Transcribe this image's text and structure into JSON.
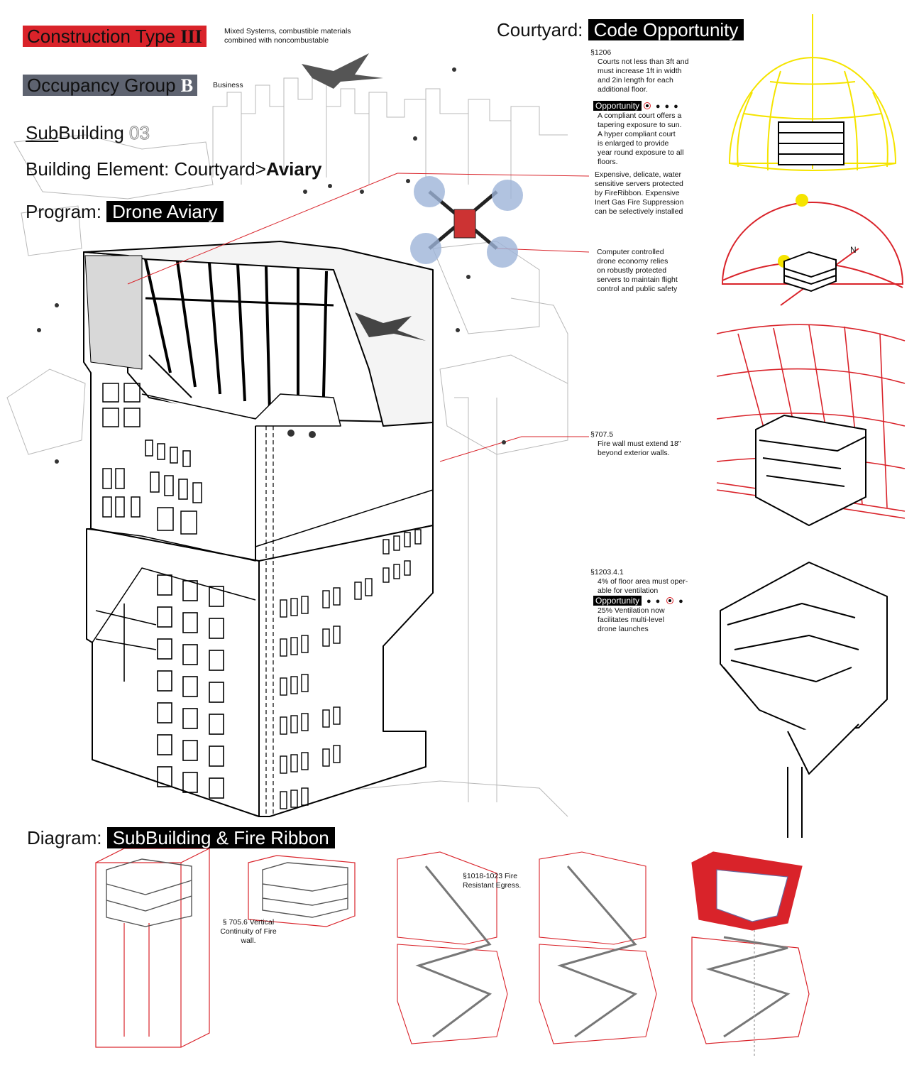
{
  "header": {
    "construction_label": "Construction Type",
    "construction_glyph": "III",
    "construction_desc_1": "Mixed Systems, combustible materials",
    "construction_desc_2": "combined with noncombustable",
    "occupancy_label": "Occupancy Group",
    "occupancy_glyph": "B",
    "occupancy_desc": "Business",
    "subbuilding_underlined": "Sub",
    "subbuilding_rest": "Building",
    "subbuilding_number": "03",
    "element_prefix": "Building Element: Courtyard>",
    "element_bold": "Aviary",
    "program_label": "Program:",
    "program_value": "Drone Aviary"
  },
  "courtyard": {
    "title": "Courtyard:",
    "badge": "Code Opportunity"
  },
  "notes": {
    "n1206": {
      "code": "§1206",
      "body": [
        "Courts not less than 3ft and",
        "must increase 1ft in width",
        "and 2in length for each",
        "additional floor."
      ]
    },
    "opp1": {
      "label": "Opportunity",
      "body": [
        "A compliant court offers a",
        "tapering exposure to sun.",
        "A hyper compliant court",
        "is enlarged to provide",
        "year round exposure to all",
        "floors."
      ]
    },
    "servers": [
      "Expensive, delicate, water",
      "sensitive servers protected",
      "by FireRibbon. Expensive",
      "Inert Gas Fire Suppression",
      "can be selectively installed"
    ],
    "drone_economy": [
      "Computer controlled",
      "drone economy relies",
      "on robustly protected",
      "servers to maintain flight",
      "control and public safety"
    ],
    "n7075": {
      "code": "§707.5",
      "body": [
        "Fire wall must extend 18\"",
        "beyond exterior walls."
      ]
    },
    "n120341": {
      "code": "§1203.4.1",
      "body": [
        "4% of floor area must oper-",
        "able for ventilation"
      ]
    },
    "opp2": {
      "label": "Opportunity",
      "body": [
        "25% Ventilation now",
        "facilitates multi-level",
        "drone launches"
      ]
    },
    "north": "N"
  },
  "diagram": {
    "label": "Diagram:",
    "badge": "SubBuilding & Fire Ribbon",
    "note_7056": [
      "§ 705.6 Vertical",
      "Continuity of Fire",
      "wall."
    ],
    "note_egress": [
      "§1018-1023 Fire",
      "Resistant Egress."
    ]
  },
  "colors": {
    "accent_red": "#d9232a",
    "sun_yellow": "#f5e400",
    "black": "#000000",
    "occupancy_grey": "#5e6370"
  }
}
